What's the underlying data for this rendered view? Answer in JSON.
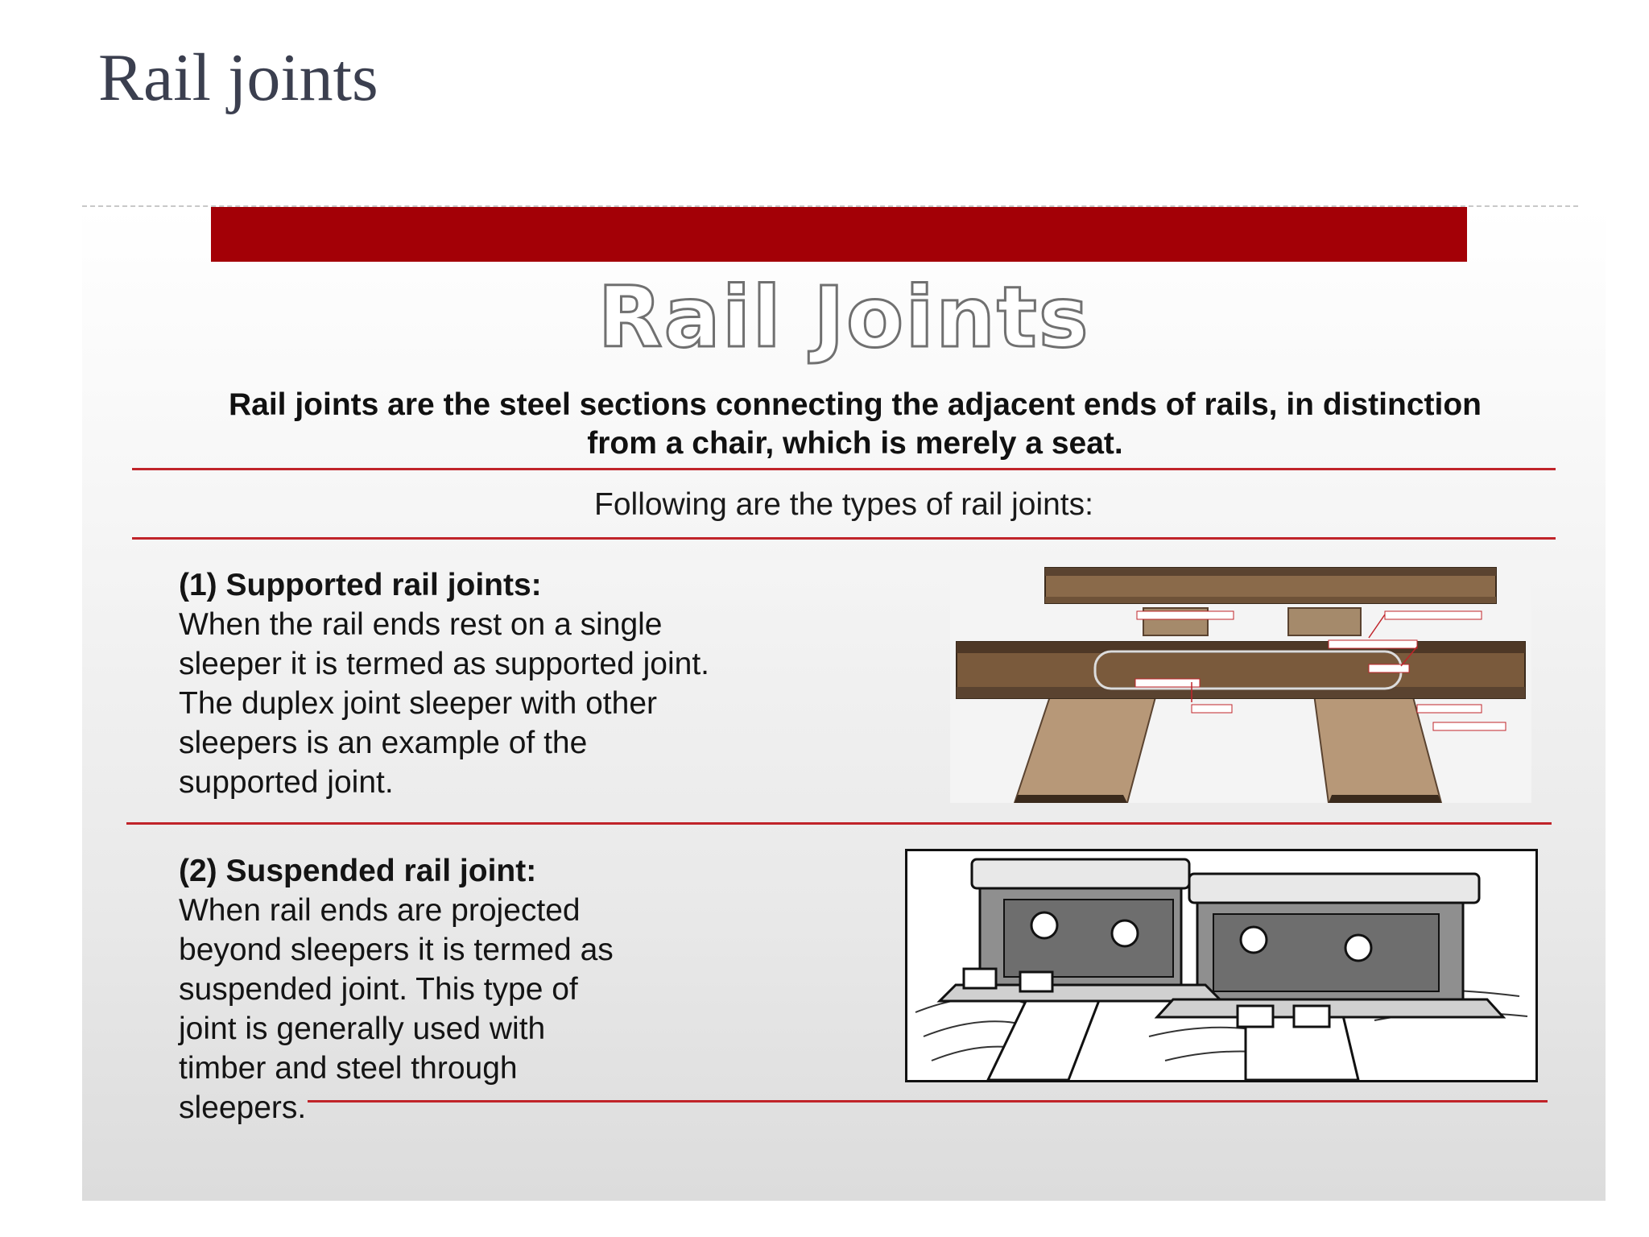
{
  "slide": {
    "title": "Rail joints"
  },
  "panel": {
    "heading": "Rail Joints",
    "definition": "Rail joints are the steel sections connecting the adjacent ends of rails, in distinction from a chair, which is merely a seat.",
    "types_intro": "Following are the types of rail joints:",
    "sections": [
      {
        "heading": "(1) Supported rail joints:",
        "body": "When the rail ends rest on a single\nsleeper it is termed as supported joint.\nThe duplex joint sleeper with other\nsleepers is an example of the\nsupported joint."
      },
      {
        "heading": "(2) Suspended rail joint:",
        "body": "When rail ends are projected\nbeyond sleepers it is termed as\nsuspended joint. This type of\njoint is generally used with\ntimber and steel through\nsleepers."
      }
    ]
  },
  "colors": {
    "red_bar": "#a30006",
    "rule_red": "#c0242a",
    "title_text": "#3b3f4f"
  }
}
